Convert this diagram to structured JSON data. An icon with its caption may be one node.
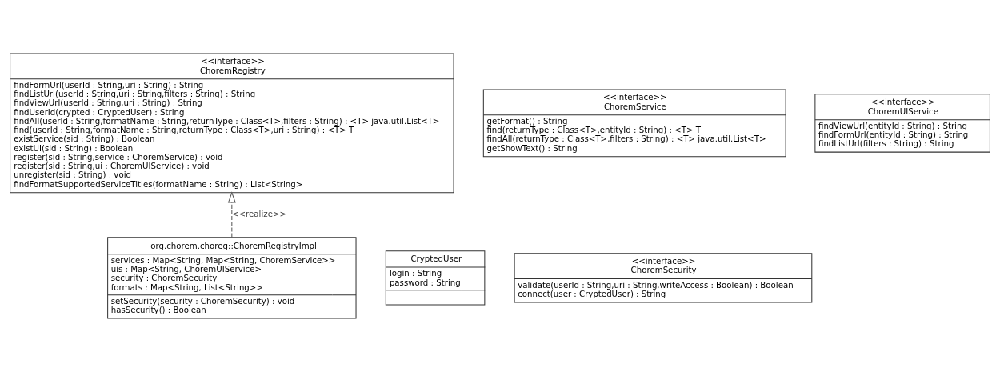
{
  "diagram": {
    "nodes": [
      {
        "text": [
          "<<interface>>",
          "ChoremRegistry",
          "findFormUrl(userId : String,uri : String) : String",
          "findListUrl(userId : String,uri : String,filters : String) : String",
          "findViewUrl(userId : String,uri : String) : String",
          "findUserId(crypted : CryptedUser) : String",
          "findAll(userId : String,formatName : String,returnType : Class<T>,filters : String) : <T> java.util.List<T>",
          "find(userId : String,formatName : String,returnType : Class<T>,uri : String) : <T> T",
          "existService(sid : String) : Boolean",
          "existUI(sid : String) : Boolean",
          "register(sid : String,service : ChoremService) : void",
          "register(sid : String,ui : ChoremUIService) : void",
          "unregister(sid : String) : void",
          "findFormatSupportedServiceTitles(formatName : String) : List<String>"
        ]
      },
      {
        "text": [
          "<<interface>>",
          "ChoremService",
          "getFormat() : String",
          "find(returnType : Class<T>,entityId : String) : <T> T",
          "findAll(returnType : Class<T>,filters : String) : <T> java.util.List<T>",
          "getShowText() : String"
        ]
      },
      {
        "text": [
          "<<interface>>",
          "ChoremUIService",
          "findViewUrl(entityId : String) : String",
          "findFormUrl(entityId : String) : String",
          "findListUrl(filters : String) : String"
        ]
      },
      {
        "text": [
          "org.chorem.choreg::ChoremRegistryImpl",
          "services : Map<String, Map<String, ChoremService>>",
          "uis : Map<String, ChoremUIService>",
          "security : ChoremSecurity",
          "formats : Map<String, List<String>>",
          "setSecurity(security : ChoremSecurity) : void",
          "hasSecurity() : Boolean"
        ]
      },
      {
        "text": [
          "CryptedUser",
          "login : String",
          "password : String"
        ]
      },
      {
        "text": [
          "<<interface>>",
          "ChoremSecurity",
          "validate(userId : String,uri : String,writeAccess : Boolean) : Boolean",
          "connect(user : CryptedUser) : String"
        ]
      }
    ],
    "edges": [
      {
        "from": 3,
        "to": 0,
        "arrow": "to",
        "style": "dashed",
        "label": "<<realize>>"
      }
    ]
  }
}
